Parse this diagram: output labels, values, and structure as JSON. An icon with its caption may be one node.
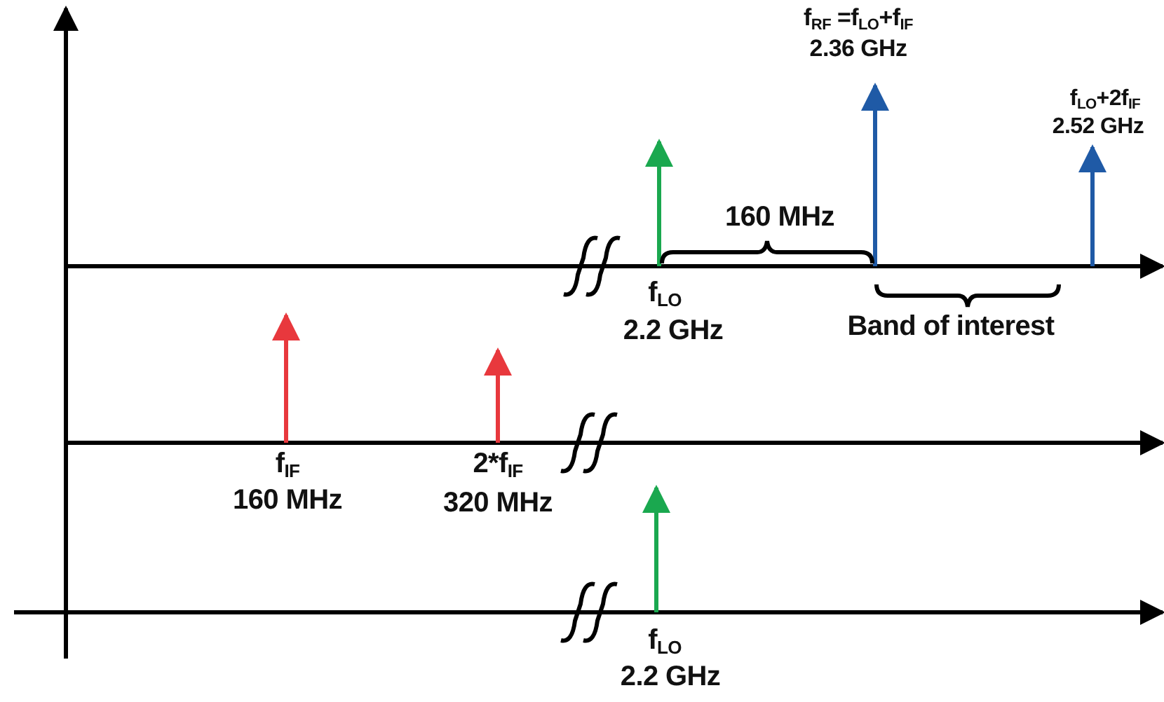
{
  "diagram": {
    "labels": [
      "f$_{RF}$ =f$_{LO}$+f$_{IF}$",
      "2.36 GHz",
      "f$_{LO}$+2f$_{IF}$",
      "2.52 GHz",
      "160 MHz",
      "f$_{LO}$",
      "2.2 GHz",
      "Band of interest",
      "f$_{IF}$",
      "160 MHz",
      "2*f$_{IF}$",
      "320 MHz",
      "f$_{LO}$",
      "2.2 GHz"
    ]
  }
}
